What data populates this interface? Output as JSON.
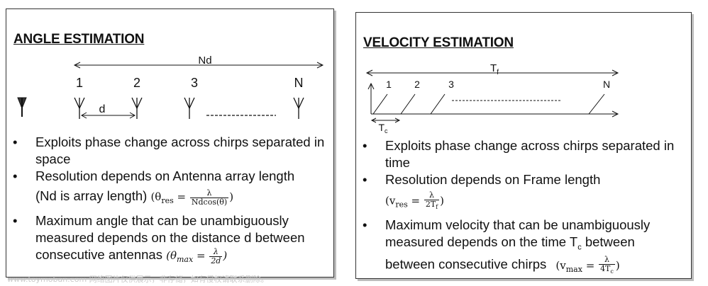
{
  "left": {
    "title": "ANGLE ESTIMATION",
    "span_label": "Nd",
    "antenna_numbers": [
      "1",
      "2",
      "3",
      "N"
    ],
    "spacing_label": "d",
    "bullets": [
      "Exploits phase change across chirps separated in space",
      "Resolution depends on Antenna array length",
      "(Nd is array length)",
      "Maximum angle that can be unambiguously measured depends on the distance d between consecutive antennas"
    ],
    "formula_res": {
      "lhs": "(θ",
      "sub": "res",
      "eq": " = ",
      "num": "λ",
      "den": "Ndcos(θ)",
      "close": ")"
    },
    "formula_max": {
      "lhs": "(θ",
      "sub": "max",
      "eq": " = ",
      "num": "λ",
      "den": "2d",
      "close": ")"
    }
  },
  "right": {
    "title": "VELOCITY ESTIMATION",
    "frame_label_main": "T",
    "frame_label_sub": "f",
    "chirp_numbers": [
      "1",
      "2",
      "3",
      "N"
    ],
    "chirp_label_main": "T",
    "chirp_label_sub": "c",
    "bullets": [
      "Exploits phase change across chirps separated in time",
      "Resolution depends on Frame length",
      "Maximum velocity that can be unambiguously measured depends on the time",
      "between consecutive chirps"
    ],
    "tc_main": "T",
    "tc_sub": "c",
    "between_text": " between",
    "formula_res": {
      "lhs": "(v",
      "sub": "res",
      "eq": " = ",
      "num": "λ",
      "den": "2T",
      "den_sub": "f",
      "close": ")"
    },
    "formula_max": {
      "lhs": "(v",
      "sub": "max",
      "eq": " = ",
      "num": "λ",
      "den": "4T",
      "den_sub": "c",
      "close": ")"
    }
  },
  "bullet_glyph": "•",
  "watermark": "www.toymoban.com 网络图片仅供展示，非存储，如有侵权请联系删除。"
}
